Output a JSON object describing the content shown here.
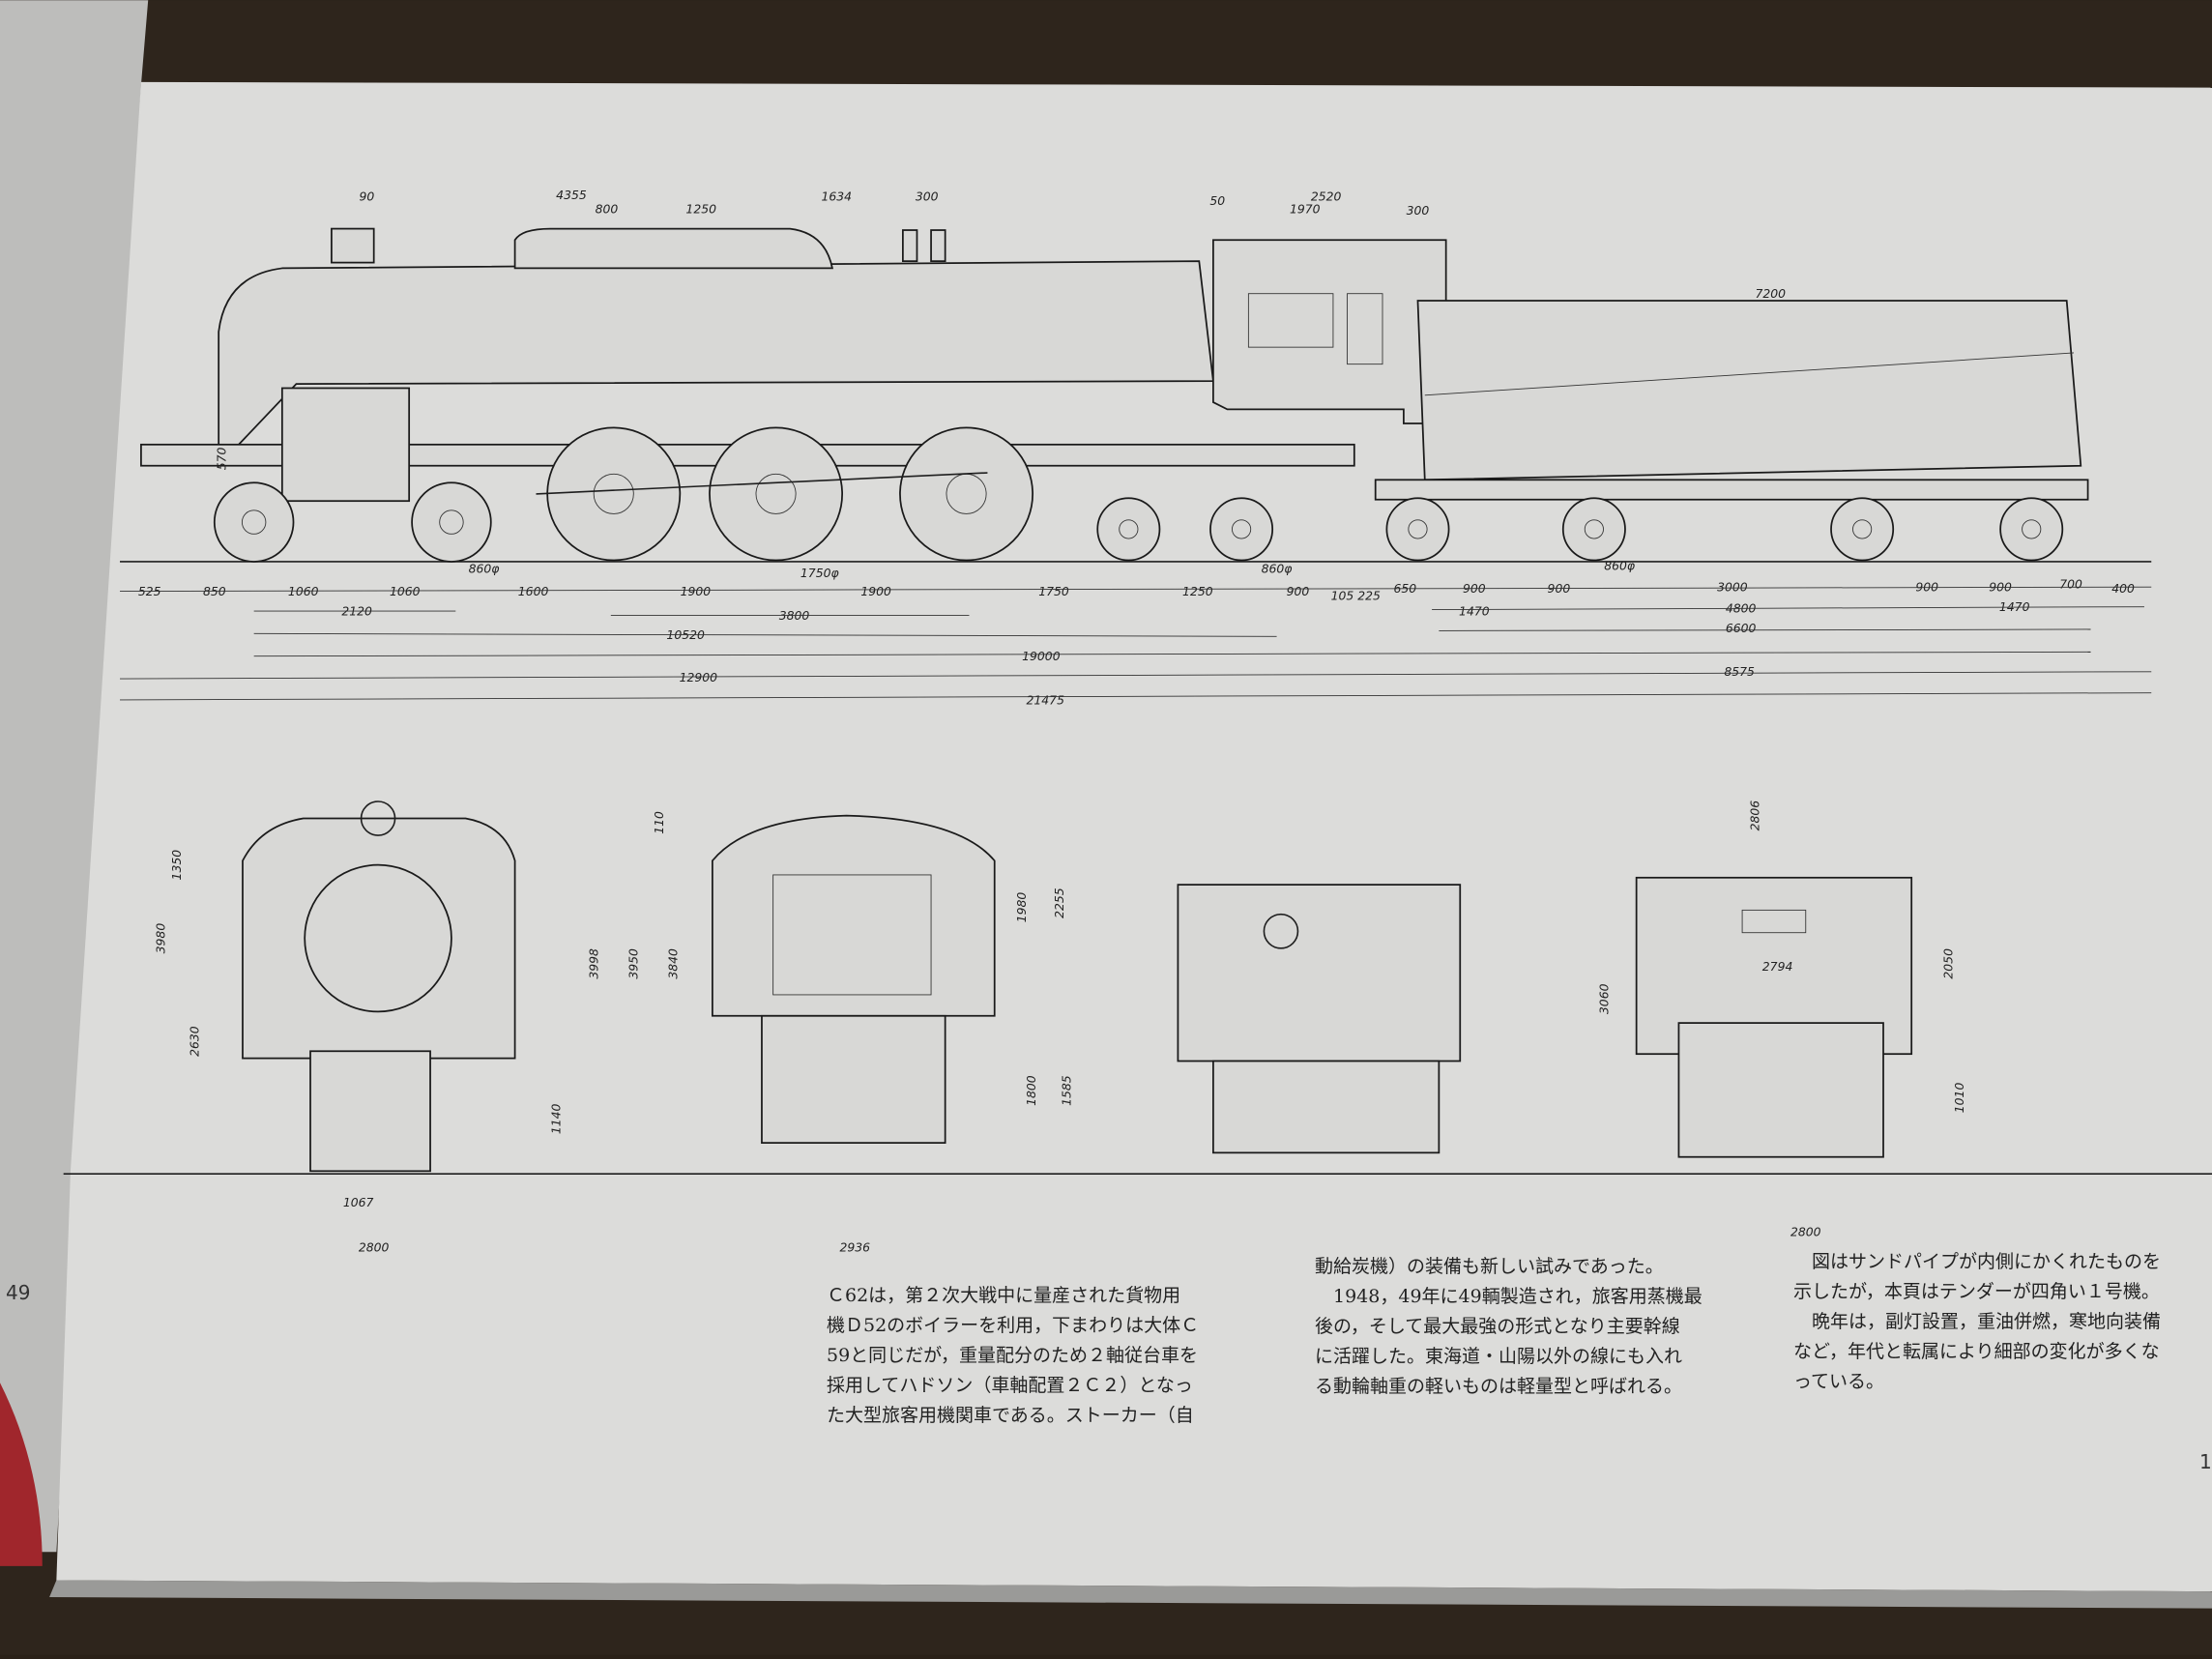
{
  "page": {
    "left_page_number": "49",
    "right_page_number": "1"
  },
  "side_view": {
    "top_dimensions": [
      "90",
      "4355",
      "800",
      "1250",
      "1634",
      "300",
      "50",
      "2520",
      "1970",
      "300",
      "7200"
    ],
    "small_labels": [
      "570"
    ],
    "wheel_diameters": [
      "860φ",
      "1750φ",
      "860φ",
      "860φ"
    ],
    "row1": [
      "525",
      "850",
      "1060",
      "1060",
      "1600",
      "1900",
      "1900",
      "1750",
      "1250",
      "900",
      "105 225",
      "650",
      "900",
      "900",
      "3000",
      "900",
      "900",
      "700",
      "400"
    ],
    "row2": [
      "2120",
      "3800",
      "1470",
      "4800",
      "1470"
    ],
    "row3": [
      "10520",
      "6600"
    ],
    "row4": [
      "19000"
    ],
    "row5": [
      "12900",
      "8575"
    ],
    "row6": [
      "21475"
    ]
  },
  "end_views": {
    "front": [
      "1350",
      "3980",
      "2630",
      "1140",
      "3998",
      "1067",
      "2800"
    ],
    "rear": [
      "110",
      "3950",
      "3840",
      "1980",
      "2255",
      "1800",
      "1585",
      "2936"
    ],
    "tender": [
      "2806",
      "2794",
      "3060",
      "2050",
      "1010",
      "2800"
    ]
  },
  "text": {
    "col1": [
      "Ｃ62は，第２次大戦中に量産された貨物用",
      "機Ｄ52のボイラーを利用，下まわりは大体Ｃ",
      "59と同じだが，重量配分のため２軸従台車を",
      "採用してハドソン（車軸配置２Ｃ２）となっ",
      "た大型旅客用機関車である。ストーカー（自"
    ],
    "col2": [
      "動給炭機）の装備も新しい試みであった。",
      "　1948，49年に49輌製造され，旅客用蒸機最",
      "後の，そして最大最強の形式となり主要幹線",
      "に活躍した。東海道・山陽以外の線にも入れ",
      "る動輪軸重の軽いものは軽量型と呼ばれる。"
    ],
    "col3": [
      "　図はサンドパイプが内側にかくれたものを",
      "示したが，本頁はテンダーが四角い１号機。",
      "　晩年は，副灯設置，重油併燃，寒地向装備",
      "など，年代と転属により細部の変化が多くな",
      "っている。"
    ]
  }
}
